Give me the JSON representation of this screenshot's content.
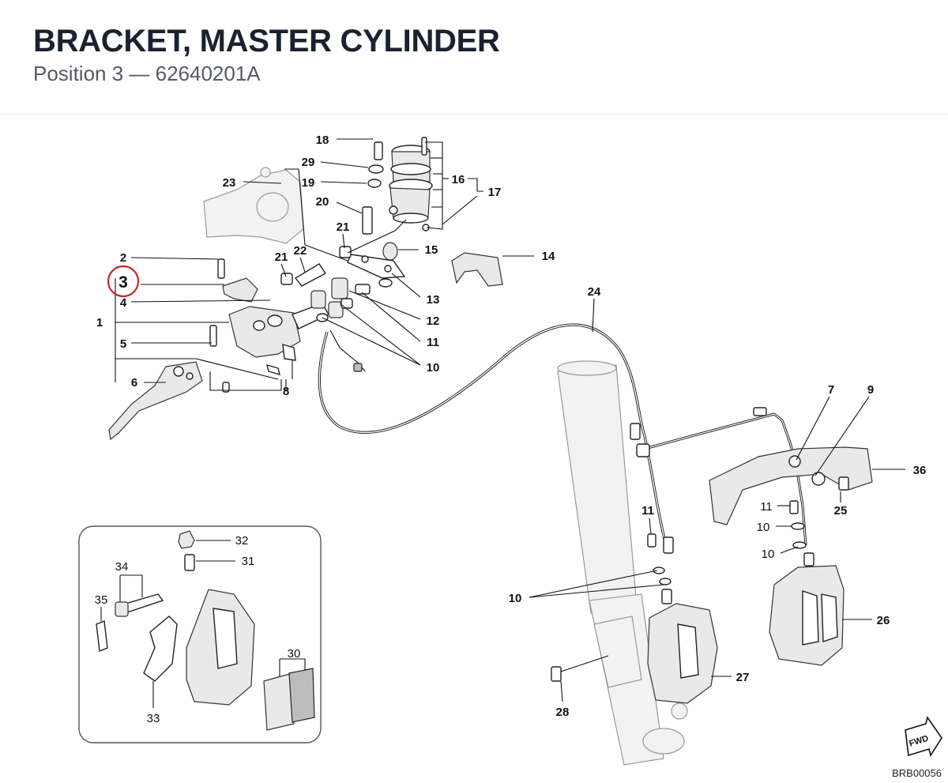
{
  "header": {
    "title": "BRACKET, MASTER CYLINDER",
    "subtitle": "Position 3 — 62640201A"
  },
  "highlight": {
    "number": "3",
    "color": "#c62828"
  },
  "callouts": {
    "c18": "18",
    "c29": "29",
    "c19": "19",
    "c20": "20",
    "c23": "23",
    "c16": "16",
    "c17": "17",
    "c21a": "21",
    "c21b": "21",
    "c22": "22",
    "c15": "15",
    "c14": "14",
    "c2": "2",
    "c4": "4",
    "c1": "1",
    "c5": "5",
    "c6": "6",
    "c8": "8",
    "c13": "13",
    "c12": "12",
    "c11a": "11",
    "c10a": "10",
    "c24": "24",
    "c7": "7",
    "c9": "9",
    "c36": "36",
    "c25": "25",
    "c11b": "11",
    "c11c": "11",
    "c10b": "10",
    "c10c": "10",
    "c10d": "10",
    "c26": "26",
    "c27": "27",
    "c28": "28"
  },
  "inset": {
    "c32": "32",
    "c31": "31",
    "c34": "34",
    "c35": "35",
    "c30": "30",
    "c33": "33"
  },
  "fwd_label": "FWD",
  "reference_code": "BRB00056"
}
